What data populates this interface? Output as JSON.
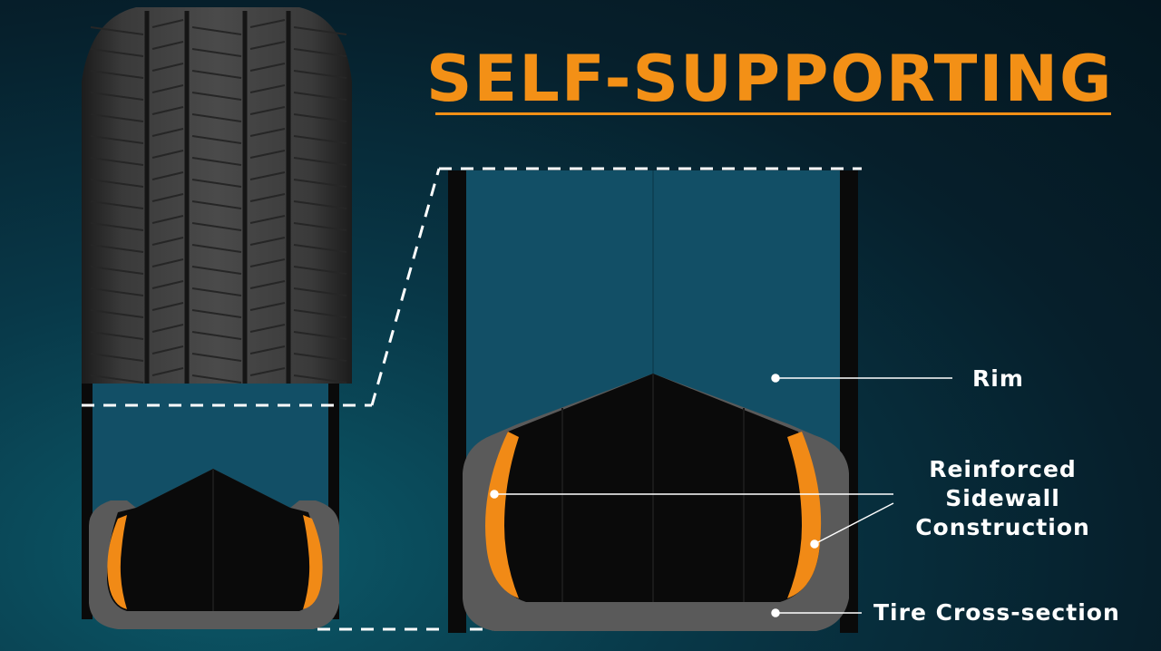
{
  "title": "SELF-SUPPORTING",
  "labels": {
    "rim": "Rim",
    "sidewall": "Reinforced\nSidewall\nConstruction",
    "cross_section": "Tire Cross-section"
  },
  "colors": {
    "title_accent": "#f39016",
    "rim_fill": "#124f66",
    "tire_rubber": "#5a5a5a",
    "tire_interior": "#0a0a0a",
    "sidewall_insert": "#f18a16",
    "label_text": "#ffffff"
  }
}
